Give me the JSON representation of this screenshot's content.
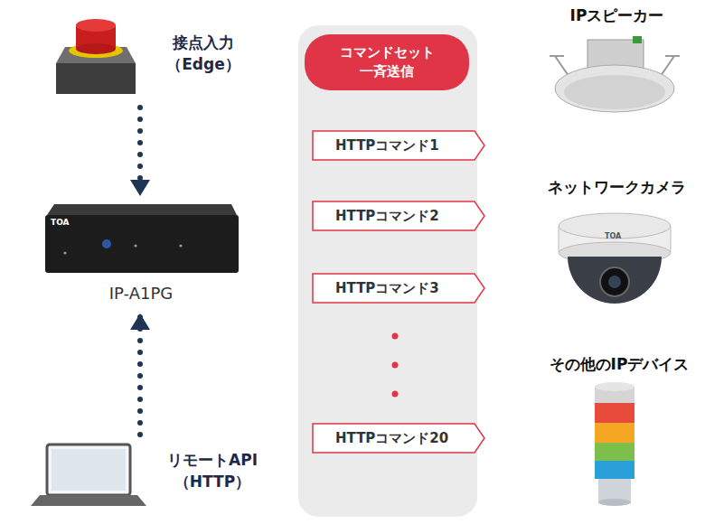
{
  "diagram": {
    "nodes": [
      {
        "text": [
          "接点入力 （Edge）"
        ]
      },
      {
        "text": [
          "IP-A1PG"
        ]
      },
      {
        "text": [
          "リモートAPI （HTTP）"
        ]
      },
      {
        "text": [
          "コマンドセット 一斉送信"
        ]
      },
      {
        "text": [
          "HTTPコマンド1"
        ]
      },
      {
        "text": [
          "HTTPコマンド2"
        ]
      },
      {
        "text": [
          "HTTPコマンド3"
        ]
      },
      {
        "text": [
          "HTTPコマンド20"
        ]
      },
      {
        "text": [
          "IPスピーカー"
        ]
      },
      {
        "text": [
          "ネットワークカメラ"
        ]
      },
      {
        "text": [
          "その他のIPデバイス"
        ]
      }
    ],
    "edges": [
      {
        "from": 0,
        "to": 1,
        "arrow": "to"
      },
      {
        "from": 2,
        "to": 1,
        "arrow": "to"
      }
    ],
    "labels": [
      "TOA",
      "TOA"
    ]
  }
}
